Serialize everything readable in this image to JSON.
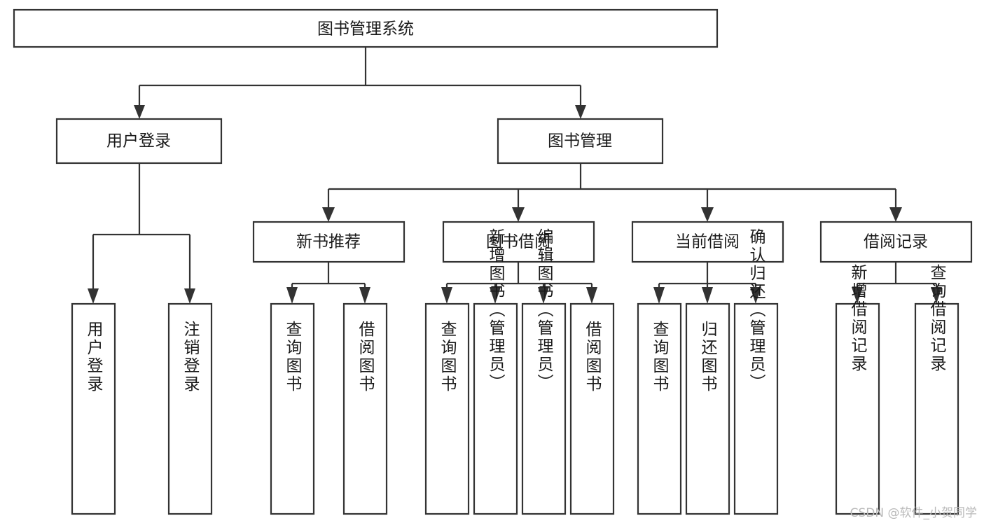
{
  "diagram": {
    "title": "图书管理系统",
    "type": "tree-hierarchy",
    "root": {
      "id": "root",
      "label": "图书管理系统",
      "orientation": "horizontal"
    },
    "level2": [
      {
        "id": "user-login",
        "label": "用户登录",
        "orientation": "horizontal"
      },
      {
        "id": "book-manage",
        "label": "图书管理",
        "orientation": "horizontal"
      }
    ],
    "level3": [
      {
        "id": "new-book-recommend",
        "label": "新书推荐",
        "orientation": "horizontal"
      },
      {
        "id": "book-borrow",
        "label": "图书借阅",
        "orientation": "horizontal"
      },
      {
        "id": "current-borrow",
        "label": "当前借阅",
        "orientation": "horizontal"
      },
      {
        "id": "borrow-record",
        "label": "借阅记录",
        "orientation": "horizontal"
      }
    ],
    "leaves": {
      "user-login": [
        {
          "id": "leaf-user-login",
          "label": "用户登录",
          "orientation": "vertical"
        },
        {
          "id": "leaf-logout-login",
          "label": "注销登录",
          "orientation": "vertical"
        }
      ],
      "new-book-recommend": [
        {
          "id": "leaf-query-book-1",
          "label": "查询图书",
          "orientation": "vertical"
        },
        {
          "id": "leaf-borrow-book-1",
          "label": "借阅图书",
          "orientation": "vertical"
        }
      ],
      "book-borrow": [
        {
          "id": "leaf-query-book-2",
          "label": "查询图书",
          "orientation": "vertical"
        },
        {
          "id": "leaf-add-book-admin",
          "label": "新增图书（管理员）",
          "orientation": "vertical"
        },
        {
          "id": "leaf-edit-book-admin",
          "label": "编辑图书（管理员）",
          "orientation": "vertical"
        },
        {
          "id": "leaf-borrow-book-2",
          "label": "借阅图书",
          "orientation": "vertical"
        }
      ],
      "current-borrow": [
        {
          "id": "leaf-query-book-3",
          "label": "查询图书",
          "orientation": "vertical"
        },
        {
          "id": "leaf-return-book",
          "label": "归还图书",
          "orientation": "vertical"
        },
        {
          "id": "leaf-confirm-return-admin",
          "label": "确认归还（管理员）",
          "orientation": "vertical"
        }
      ],
      "borrow-record": [
        {
          "id": "leaf-add-borrow-record",
          "label": "新增借阅记录",
          "orientation": "vertical"
        },
        {
          "id": "leaf-query-borrow-record",
          "label": "查询借阅记录",
          "orientation": "vertical"
        }
      ]
    }
  },
  "colors": {
    "stroke": "#333333",
    "fill": "#ffffff",
    "text": "#1a1a1a",
    "watermark": "#b9b9b9"
  },
  "watermark": {
    "text": "CSDN @软件_小贺同学"
  }
}
